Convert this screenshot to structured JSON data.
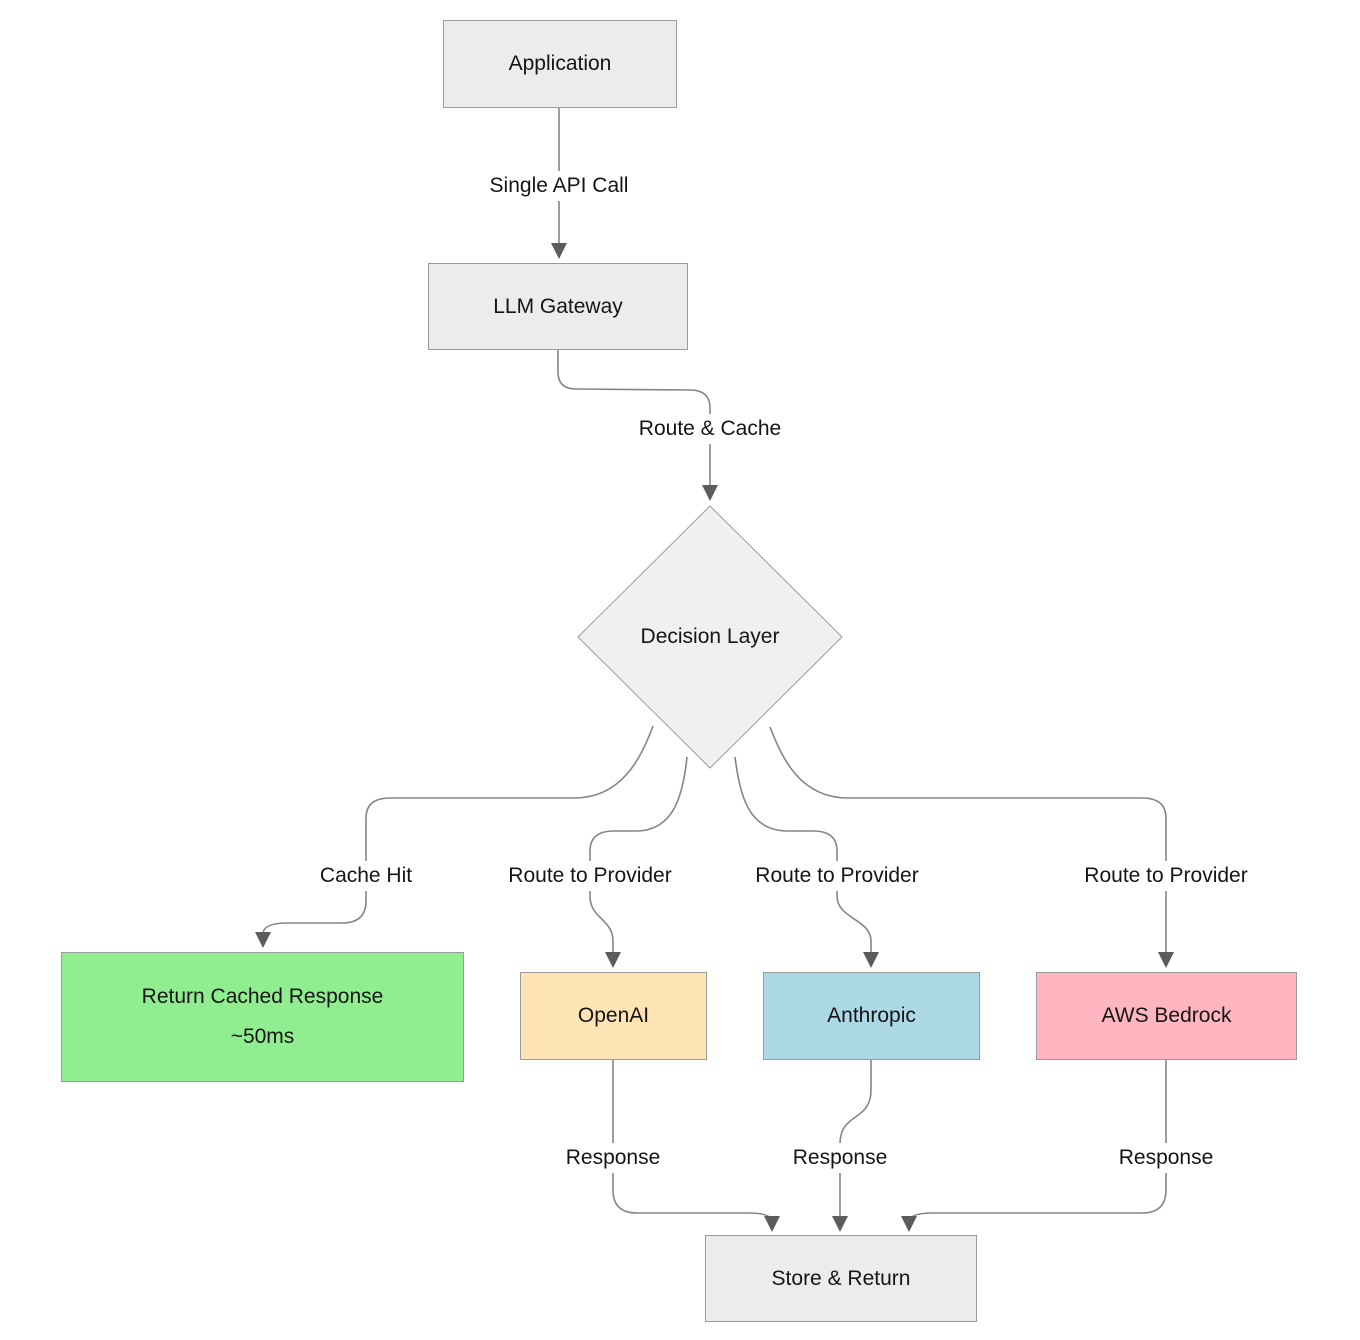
{
  "diagram": {
    "background": "#ffffff",
    "colors": {
      "edge_line": "#858585",
      "arrowhead": "#5c5c5c",
      "node_stroke": "#9b9b9b",
      "text": "#151515"
    },
    "nodes": {
      "application": {
        "label": "Application",
        "fill": "#ececec",
        "stroke": "#9b9b9b"
      },
      "llm_gateway": {
        "label": "LLM Gateway",
        "fill": "#ececec",
        "stroke": "#9b9b9b"
      },
      "decision_layer": {
        "label": "Decision Layer",
        "fill": "#f0f0f0",
        "stroke": "#9b9b9b"
      },
      "return_cached": {
        "line1": "Return Cached Response",
        "line2": "~50ms",
        "fill": "#90ee90",
        "stroke": "#9b9b9b"
      },
      "openai": {
        "label": "OpenAI",
        "fill": "#ffe4b5",
        "stroke": "#9b9b9b"
      },
      "anthropic": {
        "label": "Anthropic",
        "fill": "#add8e6",
        "stroke": "#9b9b9b"
      },
      "aws_bedrock": {
        "label": "AWS Bedrock",
        "fill": "#ffb6c1",
        "stroke": "#9b9b9b"
      },
      "store_return": {
        "label": "Store & Return",
        "fill": "#ececec",
        "stroke": "#9b9b9b"
      }
    },
    "edges": {
      "app_to_gateway": "Single API Call",
      "gateway_to_decision": "Route & Cache",
      "decision_to_cache": "Cache Hit",
      "decision_to_openai": "Route to Provider",
      "decision_to_anthropic": "Route to Provider",
      "decision_to_bedrock": "Route to Provider",
      "openai_to_store": "Response",
      "anthropic_to_store": "Response",
      "bedrock_to_store": "Response"
    }
  }
}
